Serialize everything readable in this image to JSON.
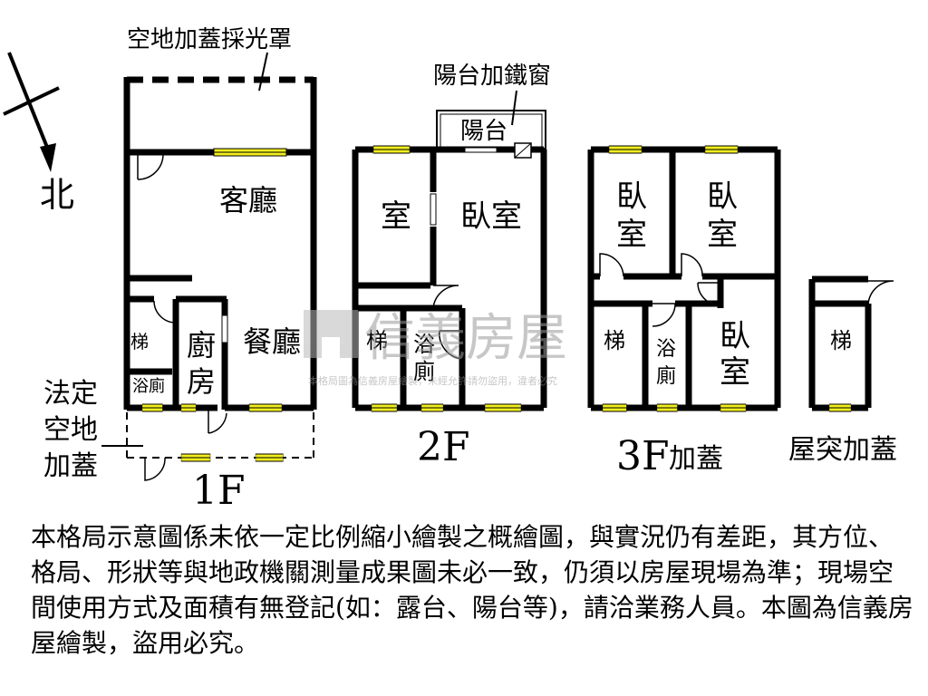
{
  "compass": {
    "north_label": "北"
  },
  "annotations": {
    "skylight": "空地加蓋採光罩",
    "balcony_window": "陽台加鐵窗",
    "legal_open_space": [
      "法定",
      "空地",
      "加蓋"
    ]
  },
  "floors": {
    "f1": {
      "label": "1F",
      "rooms": {
        "living": "客廳",
        "dining": "餐廳",
        "kitchen": [
          "廚",
          "房"
        ],
        "stairs": "梯",
        "bath": "浴廁"
      }
    },
    "f2": {
      "label": "2F",
      "rooms": {
        "room": "室",
        "bedroom": "臥室",
        "balcony": "陽台",
        "stairs": "梯",
        "bath": [
          "浴",
          "廁"
        ]
      }
    },
    "f3": {
      "label": "3F",
      "suffix": "加蓋",
      "rooms": {
        "bedroom1": [
          "臥",
          "室"
        ],
        "bedroom2": [
          "臥",
          "室"
        ],
        "bedroom3": [
          "臥",
          "室"
        ],
        "stairs": "梯",
        "bath": [
          "浴",
          "廁"
        ]
      }
    },
    "roof": {
      "label": "屋突加蓋",
      "rooms": {
        "stairs": "梯"
      }
    }
  },
  "watermark": {
    "brand": "信義房屋",
    "note": "本格局圖為信義房屋繪製，未經允許請勿盜用，違者必究"
  },
  "disclaimer": "本格局示意圖係未依一定比例縮小繪製之概繪圖，與實況仍有差距，其方位、格局、形狀等與地政機關測量成果圖未必一致，仍須以房屋現場為準；現場空間使用方式及面積有無登記(如：露台、陽台等)，請洽業務人員。本圖為信義房屋繪製，盜用必究。",
  "colors": {
    "wall": "#000000",
    "window": "#f2ee1e",
    "watermark": "#9a9a9a"
  }
}
